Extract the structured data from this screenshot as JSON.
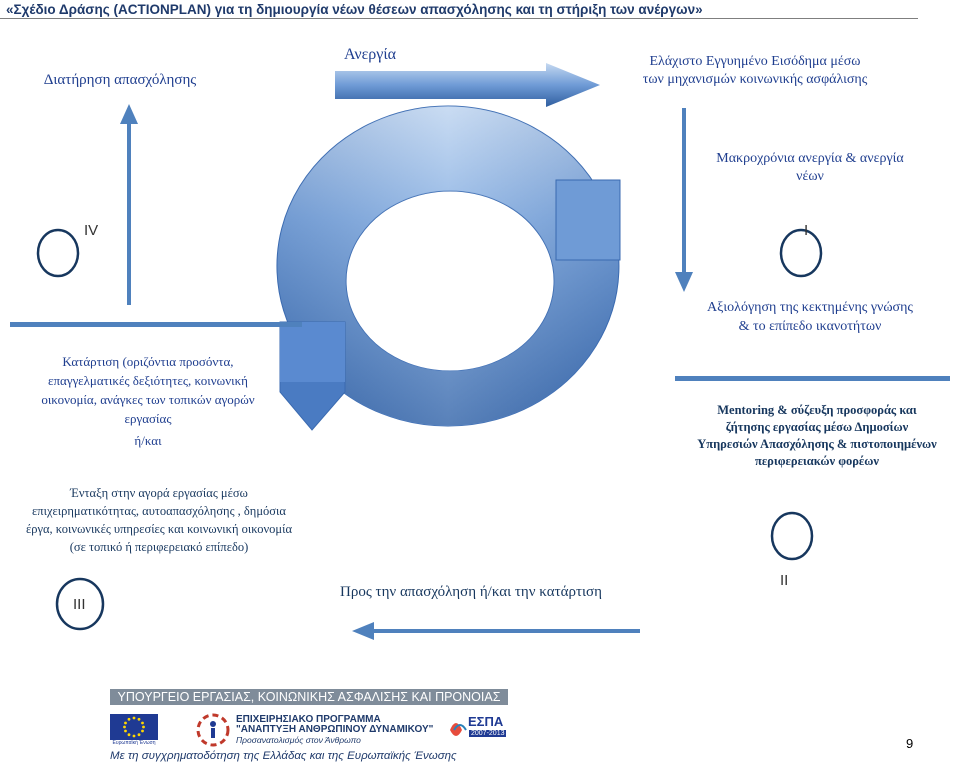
{
  "header": {
    "title": "«Σχέδιο Δράσης (ACTIONPLAN) για τη δημιουργία νέων θέσεων απασχόλησης και τη στήριξη των ανέργων»"
  },
  "diagram": {
    "top_left": "Διατήρηση απασχόλησης",
    "top_center": "Ανεργία",
    "top_right": [
      "Ελάχιστο Εγγυημένο Εισόδημα μέσω",
      "των μηχανισμών κοινωνικής ασφάλισης"
    ],
    "right_upper": [
      "Μακροχρόνια ανεργία & ανεργία",
      "νέων"
    ],
    "right_mid": [
      "Αξιολόγηση της κεκτημένης γνώσης",
      "& το  επίπεδο ικανοτήτων"
    ],
    "right_lower": [
      "Mentoring & σύζευξη προσφοράς και",
      "ζήτησης εργασίας μέσω Δημοσίων",
      "Υπηρεσιών Απασχόλησης & πιστοποιημένων",
      "περιφερειακών φορέων"
    ],
    "left_upper": [
      "Κατάρτιση (οριζόντια προσόντα,",
      "επαγγελματικές δεξιότητες, κοινωνική",
      "οικονομία, ανάγκες των τοπικών αγορών",
      "εργασίας"
    ],
    "left_andor": "ή/και",
    "left_lower": [
      "Ένταξη στην αγορά εργασίας μέσω",
      "επιχειρηματικότητας, αυτοαπασχόλησης , δημόσια",
      "έργα, κοινωνικές υπηρεσίες και κοινωνική οικονομία",
      "(σε τοπικό ή περιφερειακό επίπεδο)"
    ],
    "bottom_center": "Προς την απασχόληση ή/και την κατάρτιση",
    "roman": {
      "i": "I",
      "ii": "II",
      "iii": "III",
      "iv": "IV"
    }
  },
  "footer": {
    "ministry": "ΥΠΟΥΡΓΕΙΟ ΕΡΓΑΣΙΑΣ, ΚΟΙΝΩΝΙΚΗΣ ΑΣΦΑΛΙΣΗΣ ΚΑΙ ΠΡΟΝΟΙΑΣ",
    "program_line1": "ΕΠΙΧΕΙΡΗΣΙΑΚΟ ΠΡΟΓΡΑΜΜΑ",
    "program_line2": "\"ΑΝΑΠΤΥΞΗ ΑΝΘΡΩΠΙΝΟΥ ΔΥΝΑΜΙΚΟΥ\"",
    "program_line3": "Προσανατολισμός στον Άνθρωπο",
    "eu_caption": "Ευρωπαϊκή Ένωση",
    "espa": "ΕΣΠΑ",
    "espa_years": "2007-2013",
    "caption": "Με τη συγχρηματοδότηση της Ελλάδας και της Ευρωπαϊκής Ένωσης",
    "page_number": "9"
  },
  "colors": {
    "accent_blue": "#4f81bd",
    "text_blue": "#1f3e8f",
    "dark_text": "#17375e"
  }
}
